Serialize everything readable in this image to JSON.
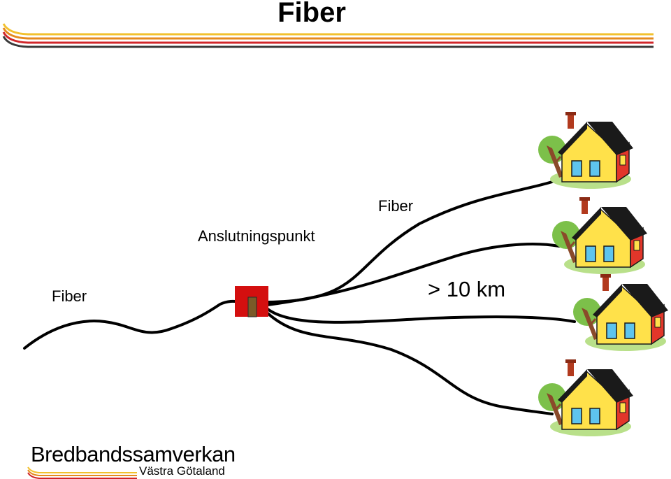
{
  "slide": {
    "title": "Fiber"
  },
  "labels": {
    "fiber_left": "Fiber",
    "fiber_top": "Fiber",
    "connection_point": "Anslutningspunkt",
    "distance": "> 10 km"
  },
  "logo": {
    "name": "Bredbandssamverkan",
    "region": "Västra Götaland"
  },
  "colors": {
    "stripe_yellow": "#f2c12e",
    "stripe_orange": "#e58a1f",
    "stripe_red": "#d0262a",
    "stripe_dark": "#3a3a3a",
    "box_red": "#d40f0f",
    "house_wall": "#ffe14a",
    "house_side": "#e2362a",
    "roof": "#1a1a1a",
    "window": "#5ec4ee",
    "lawn": "#b9e08a",
    "tree": "#7cc04a"
  },
  "icons": [
    "connection-box-icon",
    "house-icon",
    "tree-icon"
  ]
}
